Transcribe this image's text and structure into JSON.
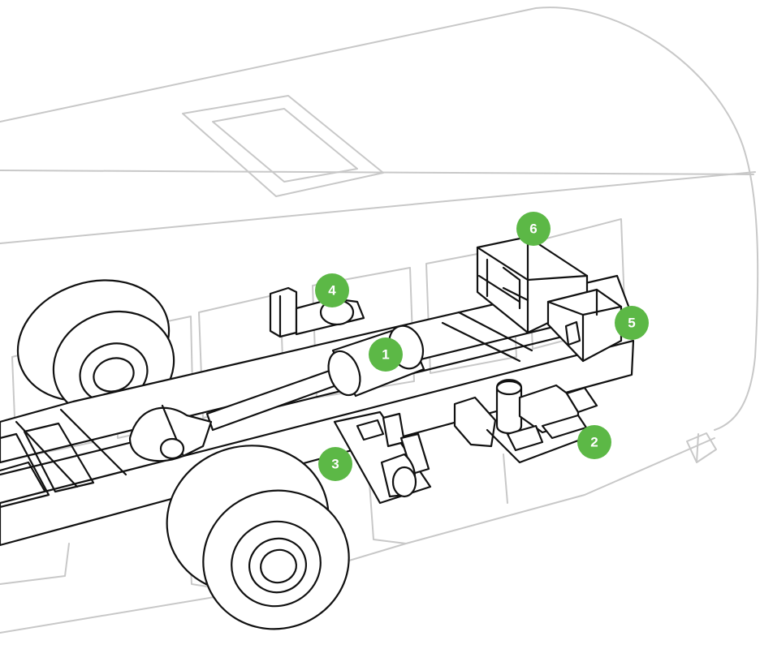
{
  "colors": {
    "marker": "#5cb846",
    "marker_text": "#ffffff",
    "bus_outline": "#c8c8c8",
    "chassis_outline": "#111111"
  },
  "markers": [
    {
      "label": "1"
    },
    {
      "label": "2"
    },
    {
      "label": "3"
    },
    {
      "label": "4"
    },
    {
      "label": "5"
    },
    {
      "label": "6"
    }
  ]
}
